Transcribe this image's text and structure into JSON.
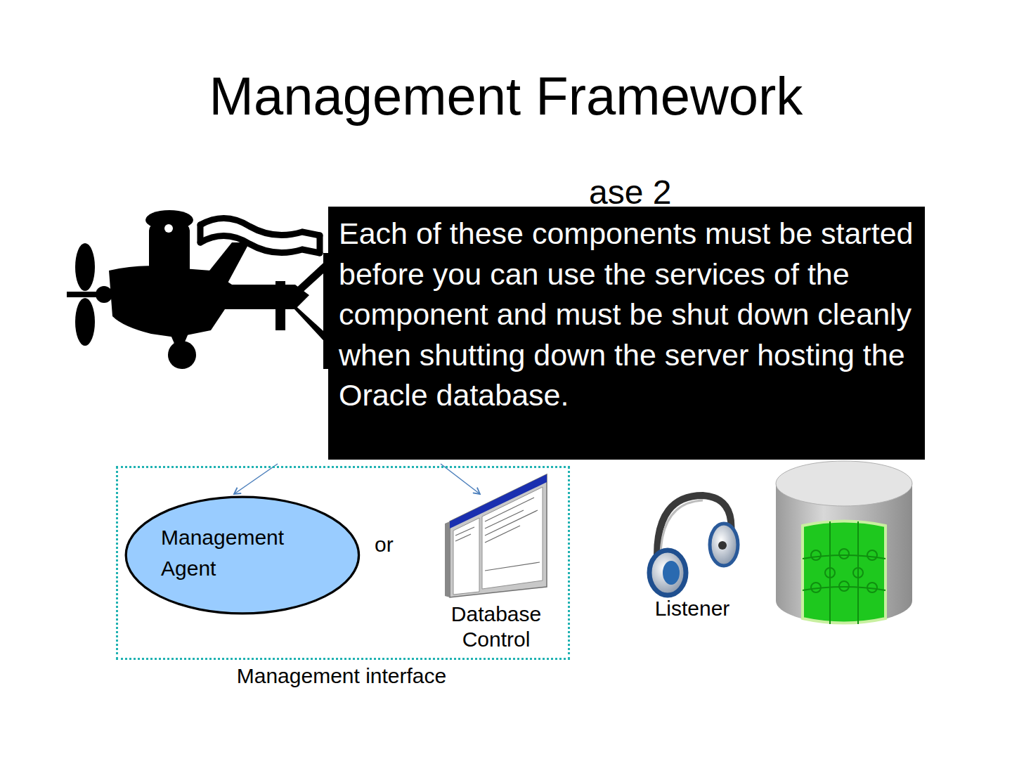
{
  "diagram": {
    "title": "Management Framework",
    "nodes": [
      {
        "text": [
          "Each of these components must be started before you can use the services of the component and must be shut down cleanly when shutting down the server hosting the Oracle database."
        ]
      },
      {
        "text": [
          "Management interface"
        ]
      },
      {
        "text": [
          "Management Agent"
        ],
        "in": 1
      }
    ],
    "labels": [
      "ase 2",
      "or",
      "Database Control",
      "Listener"
    ]
  }
}
